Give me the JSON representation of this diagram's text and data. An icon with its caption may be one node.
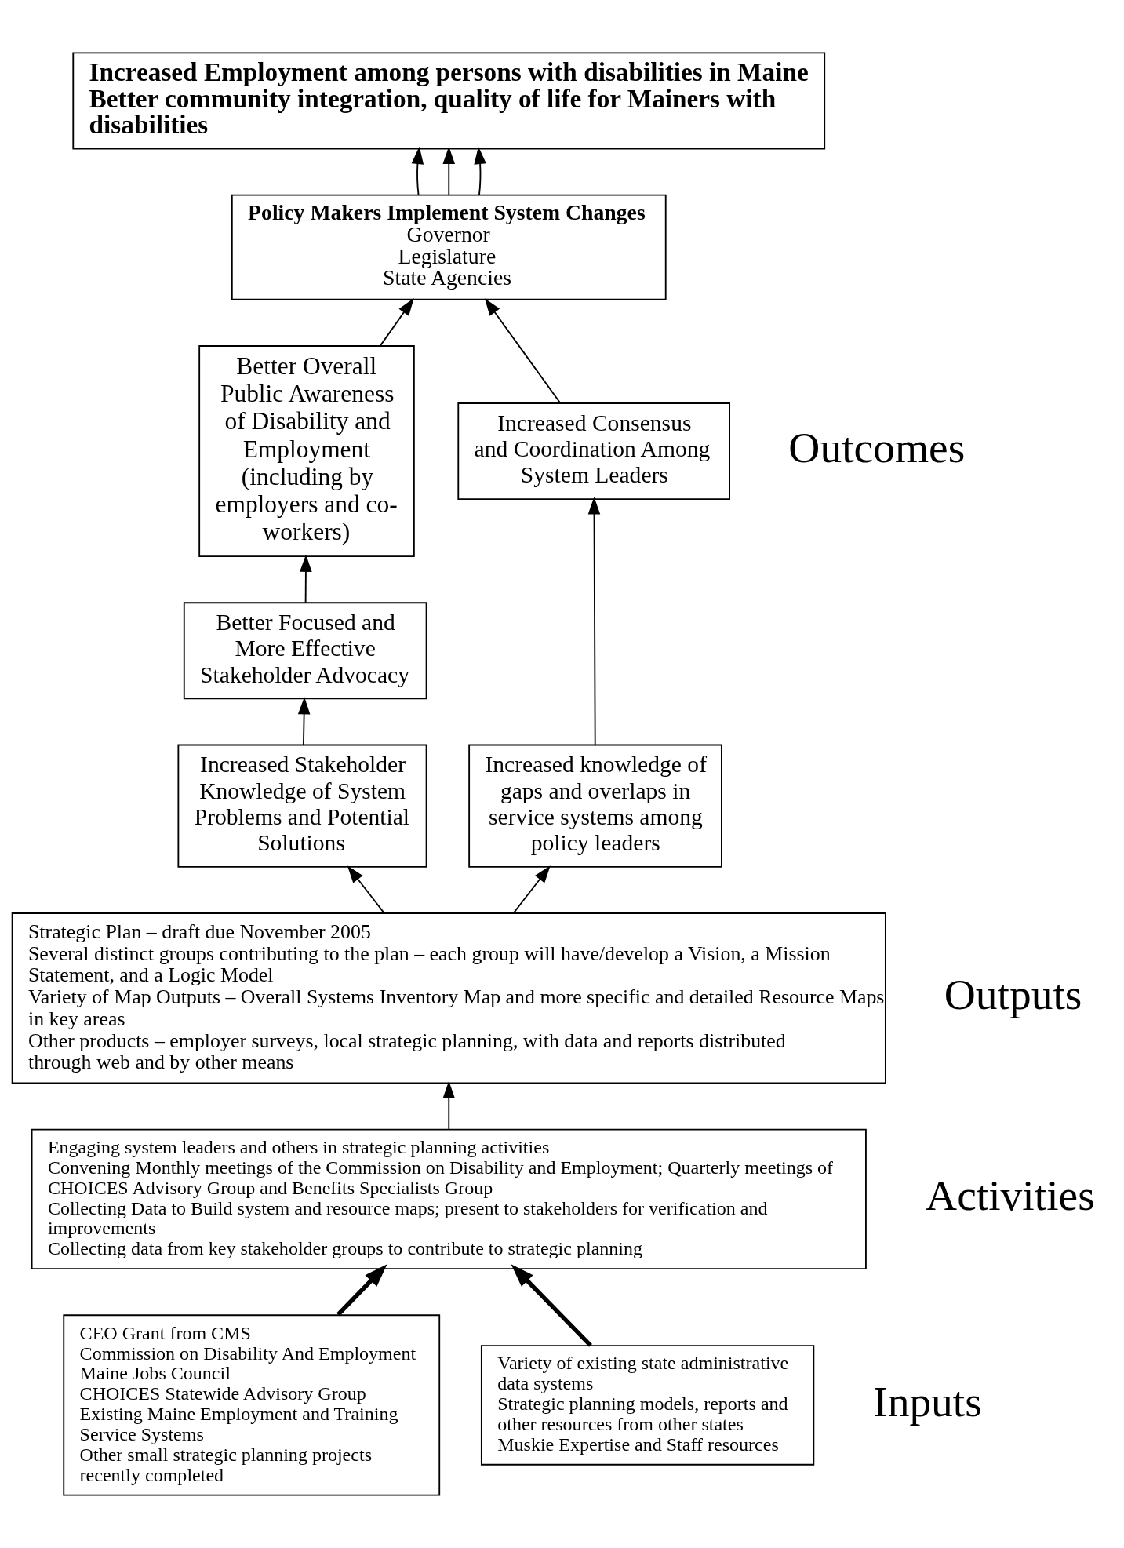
{
  "diagram": {
    "nodes": [
      {
        "text": [
          "Increased Employment among persons with disabilities in Maine",
          "Better community integration, quality of life for Mainers with disabilities"
        ]
      },
      {
        "text": [
          "Policy Makers Implement System Changes",
          "Governor",
          "Legislature",
          "State Agencies"
        ]
      },
      {
        "text": [
          "Better Focused and More Effective Stakeholder Advocacy"
        ]
      },
      {
        "text": [
          "Better Overall Public Awareness of Disability and Employment",
          "(including by employers and co-workers)"
        ]
      },
      {
        "text": [
          "Increased Consensus and Coordination Among System Leaders"
        ]
      },
      {
        "text": [
          "Increased Stakeholder Knowledge of System Problems and Potential Solutions"
        ]
      },
      {
        "text": [
          "Increased knowledge of gaps and overlaps in service systems among policy leaders"
        ]
      },
      {
        "text": [
          "Strategic Plan – draft due November 2005",
          "Several distinct groups contributing to the plan – each group will have/develop a Vision, a Mission Statement, and a Logic Model",
          "Variety of Map Outputs – Overall Systems Inventory Map and more specific and detailed Resource Maps in key areas",
          "Other products – employer surveys, local strategic planning, with data and reports distributed through web and by other means"
        ]
      },
      {
        "text": [
          "Engaging system leaders and others in strategic planning activities",
          "Convening Monthly meetings of the Commission on Disability and Employment; Quarterly meetings of CHOICES Advisory Group and Benefits Specialists Group",
          "Collecting Data to Build system and resource maps; present to stakeholders for verification and improvements",
          "Collecting data from key stakeholder groups to contribute to strategic planning"
        ]
      },
      {
        "text": [
          "CEO Grant from CMS",
          "Commission on Disability And Employment",
          "Maine Jobs Council",
          "CHOICES Statewide Advisory Group",
          "Existing Maine Employment and Training Service Systems",
          "Other small strategic planning projects recently completed"
        ]
      },
      {
        "text": [
          "Variety of existing state administrative data systems",
          "Strategic planning models, reports and other resources from other states",
          "Muskie Expertise and Staff resources"
        ]
      }
    ],
    "edges": [
      {
        "from": 1,
        "to": 0,
        "arrow": "to"
      },
      {
        "from": 1,
        "to": 0,
        "arrow": "to"
      },
      {
        "from": 1,
        "to": 0,
        "arrow": "to"
      },
      {
        "from": 3,
        "to": 1,
        "arrow": "to"
      },
      {
        "from": 4,
        "to": 1,
        "arrow": "to"
      },
      {
        "from": 2,
        "to": 3,
        "arrow": "to"
      },
      {
        "from": 5,
        "to": 2,
        "arrow": "to"
      },
      {
        "from": 6,
        "to": 4,
        "arrow": "to"
      },
      {
        "from": 7,
        "to": 5,
        "arrow": "to"
      },
      {
        "from": 7,
        "to": 6,
        "arrow": "to"
      },
      {
        "from": 8,
        "to": 7,
        "arrow": "to"
      },
      {
        "from": 9,
        "to": 8,
        "arrow": "to",
        "style": "thick"
      },
      {
        "from": 10,
        "to": 8,
        "arrow": "to",
        "style": "thick"
      }
    ],
    "labels": [
      "Outcomes",
      "Outputs",
      "Activities",
      "Inputs"
    ]
  }
}
